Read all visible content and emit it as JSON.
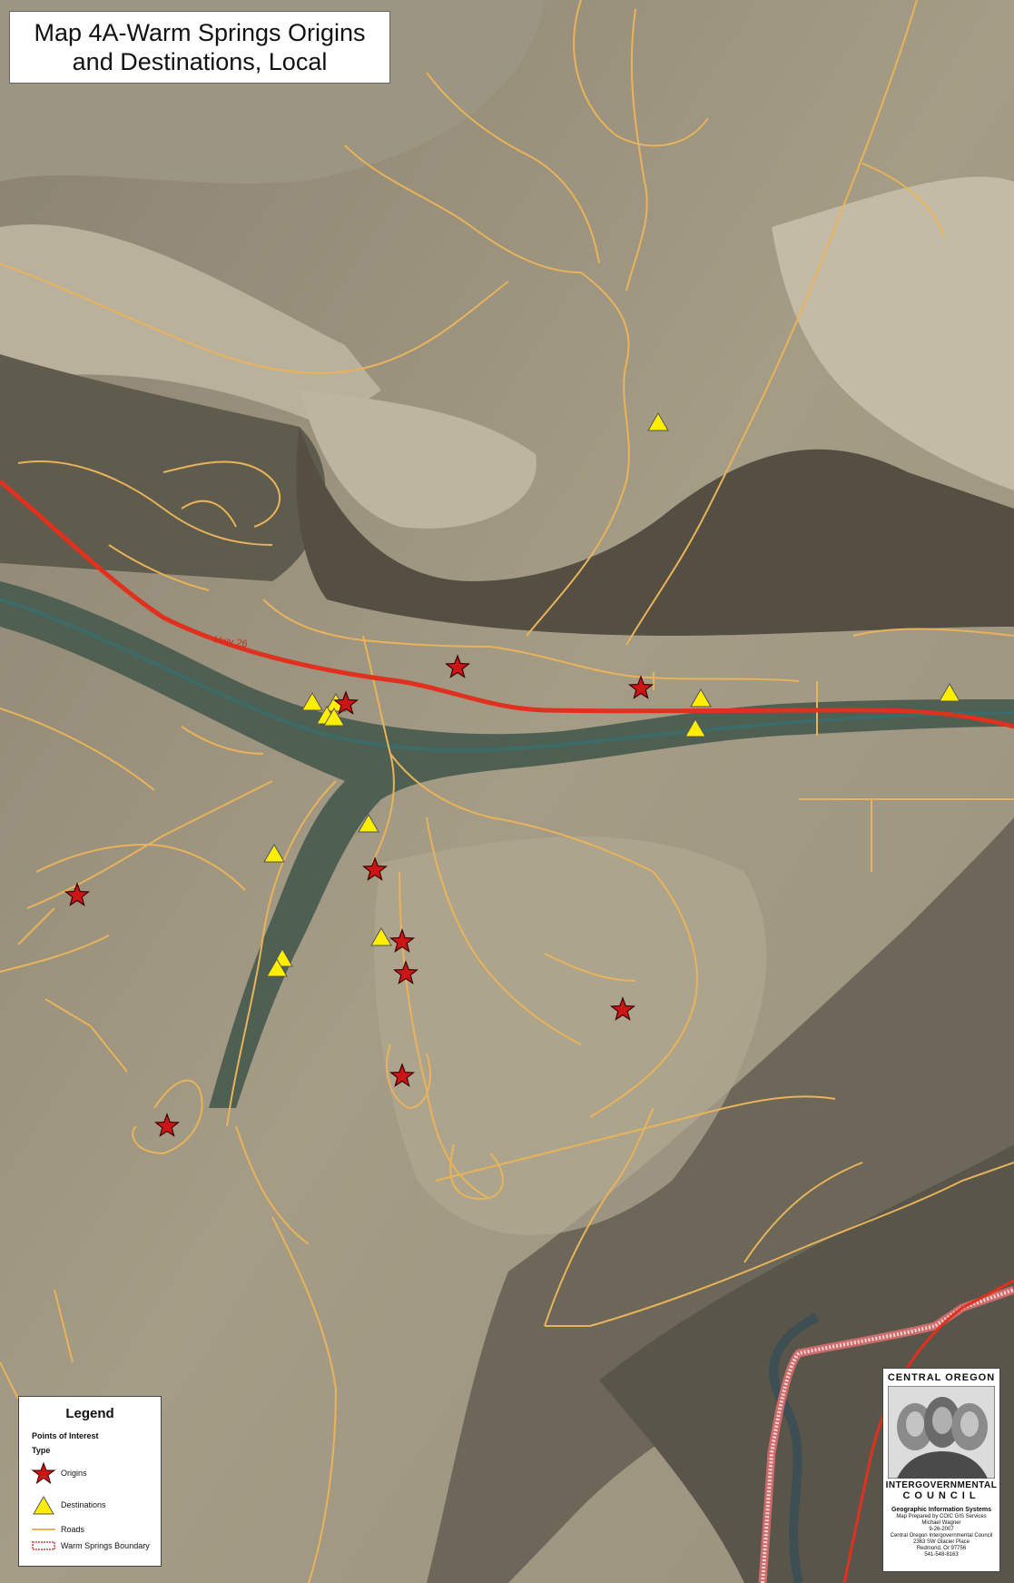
{
  "map": {
    "title_line1": "Map 4A-Warm Springs Origins",
    "title_line2": "and Destinations, Local",
    "highway_label": "Hwy 26",
    "colors": {
      "origin_star": "#cc1616",
      "destination_triangle": "#ffee00",
      "road": "#e8b35a",
      "highway": "#e0301e",
      "boundary": "#e07070",
      "river": "#3d6b68"
    }
  },
  "legend": {
    "title": "Legend",
    "subtitle": "Points of Interest",
    "type_label": "Type",
    "items": [
      {
        "label": "Origins",
        "symbol": "star-icon"
      },
      {
        "label": "Destinations",
        "symbol": "triangle-icon"
      },
      {
        "label": "Roads",
        "symbol": "line-icon"
      },
      {
        "label": "Warm Springs Boundary",
        "symbol": "boundary-icon"
      }
    ]
  },
  "credits": {
    "header": "CENTRAL OREGON",
    "org_line1": "INTERGOVERNMENTAL",
    "org_line2": "COUNCIL",
    "gis_title": "Geographic Information Systems",
    "lines": [
      "Map Prepared by COIC GIS Services",
      "Michael Wagner",
      "9-26-2007",
      "Central Oregon Intergovernmental Council",
      "2363 SW Glacier Place",
      "Redmond, Or 97756",
      "541-548-8163"
    ]
  }
}
